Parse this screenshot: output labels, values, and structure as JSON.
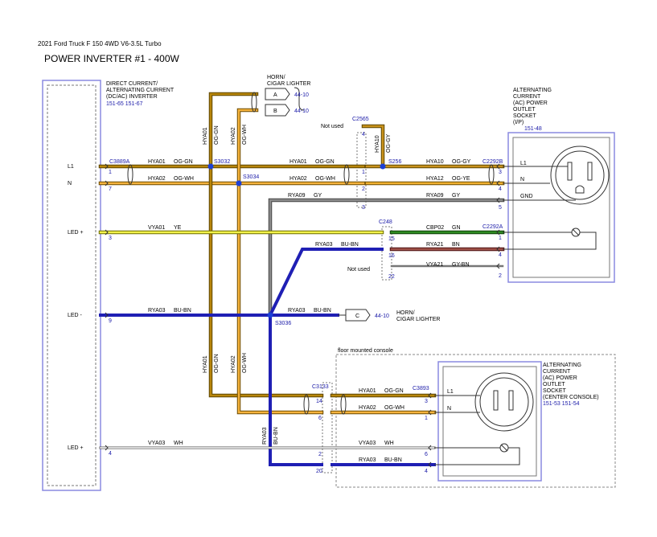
{
  "header": {
    "vehicle": "2021 Ford Truck F 150 4WD V6-3.5L Turbo",
    "title": "POWER INVERTER #1 - 400W"
  },
  "inverter": {
    "name_lines": [
      "DIRECT CURRENT/",
      "ALTERNATING CURRENT",
      "(DC/AC) INVERTER"
    ],
    "ref": "151-65  151-67",
    "pins": {
      "l1": "L1",
      "n": "N",
      "led_pos": "LED +",
      "led_neg": "LED -",
      "led_pos2": "LED +"
    },
    "pin_numbers": {
      "p1": "1",
      "p7": "7",
      "p3": "3",
      "p9": "9",
      "p4": "4"
    }
  },
  "connectors": {
    "c3889a": "C3889A",
    "c2565": "C2565",
    "c2565_pins": {
      "p4": "4",
      "p1": "1",
      "p2": "2",
      "p3": "3"
    },
    "c248": "C248",
    "c248_pins": {
      "p15": "15",
      "p16": "16",
      "p22": "22"
    },
    "c2292b": "C2292B",
    "c2292b_pins": {
      "p3": "3",
      "p4": "4",
      "p5": "5"
    },
    "c2292a": "C2292A",
    "c2292a_pins": {
      "p1": "1",
      "p4": "4",
      "p2": "2"
    },
    "c3133": "C3133",
    "c3133_pins": {
      "p14": "14",
      "p6": "6",
      "p2": "2",
      "p20": "20"
    },
    "c3893": "C3893",
    "c3893_pins": {
      "p3": "3",
      "p1": "1",
      "p6": "6",
      "p4": "4"
    }
  },
  "splices": {
    "s3032": "S3032",
    "s3034": "S3034",
    "s256": "S256",
    "s3036": "S3036"
  },
  "horn": {
    "title_lines": [
      "HORN/",
      "CIGAR LIGHTER"
    ],
    "a": "A",
    "b": "B",
    "c": "C",
    "ref_a": "44-10",
    "ref_b": "44-10",
    "ref_c": "44-10"
  },
  "not_used": {
    "top": "Not used",
    "bottom": "Not used"
  },
  "wires": {
    "hya01": "HYA01",
    "og_gn": "OG-GN",
    "hya02": "HYA02",
    "og_wh": "OG-WH",
    "hya10": "HYA10",
    "og_gy": "OG-GY",
    "hya12": "HYA12",
    "og_ye": "OG-YE",
    "rya09": "RYA09",
    "gy": "GY",
    "vya01": "VYA01",
    "ye": "YE",
    "cbp02": "CBP02",
    "gn": "GN",
    "rya21": "RYA21",
    "bn": "BN",
    "vya21": "VYA21",
    "gy_bn": "GY-BN",
    "rya03": "RYA03",
    "bu_bn": "BU-BN",
    "vya03": "VYA03",
    "wh": "WH"
  },
  "outlet1": {
    "name_lines": [
      "ALTERNATING",
      "CURRENT",
      "(AC) POWER",
      "OUTLET",
      "SOCKET",
      "(I/P)"
    ],
    "ref": "151-48",
    "pins": {
      "l1": "L1",
      "n": "N",
      "gnd": "GND"
    }
  },
  "outlet2": {
    "name_lines": [
      "ALTERNATING",
      "CURRENT",
      "(AC) POWER",
      "OUTLET",
      "SOCKET",
      "(CENTER CONSOLE)"
    ],
    "ref": "151-53  151-54",
    "pins": {
      "l1": "L1",
      "n": "N"
    }
  },
  "floor_console": "floor mounted console",
  "colors": {
    "og_gn": "#b8860b",
    "og_wh": "#f5b33d",
    "og_gy": "#c9921c",
    "og_ye": "#f0b030",
    "gy": "#8c8c8c",
    "ye": "#f2f24a",
    "gn": "#2e8b22",
    "bn": "#a0524a",
    "bu_bn": "#1f1fb4",
    "wh": "#c8c8c8",
    "gy_bn": "#9a9a9a",
    "splice": "#1c3fd6"
  }
}
